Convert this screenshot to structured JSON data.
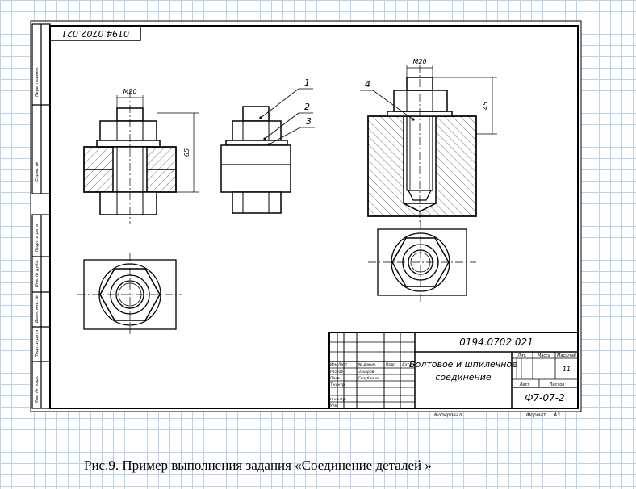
{
  "drawing": {
    "stamp_code": "0194.0702.021",
    "title_code": "0194.0702.021",
    "title_line1": "Болтовое и шпилечное",
    "title_line2": "соединение",
    "sheet_label": "Лит.",
    "mass_label": "Масса",
    "scale_label": "Масштаб",
    "sheet_count_label": "Лист",
    "sheets_label": "Листов",
    "sheets_value": "11",
    "group": "Ф7-07-2",
    "copied_label": "Копировал",
    "format_label": "Формат",
    "format_value": "А3",
    "col_izm": "Изм",
    "col_list": "Лист",
    "col_doc": "№ докум.",
    "col_sign": "Подп.",
    "col_date": "Дата",
    "row_dev": "Разраб.",
    "row_dev_name": "Захаров",
    "row_check": "Пров.",
    "row_check_name": "Голубкина",
    "row_tcontrol": "Т.контр.",
    "row_ncontrol": "Н.контр.",
    "row_approve": "Утв.",
    "side_labels": [
      "Перв. примен.",
      "Справ. №",
      "Подп. и дата",
      "Инв. № дубл.",
      "Взам. инв. №",
      "Подп. и дата",
      "Инв. № подл."
    ],
    "dim_m20_a": "M20",
    "dim_m20_b": "M20",
    "dim_65": "65",
    "dim_45": "45",
    "callout_1": "1",
    "callout_2": "2",
    "callout_3": "3",
    "callout_4": "4"
  },
  "caption": "Рис.9. Пример выполнения задания «Соединение деталей »"
}
